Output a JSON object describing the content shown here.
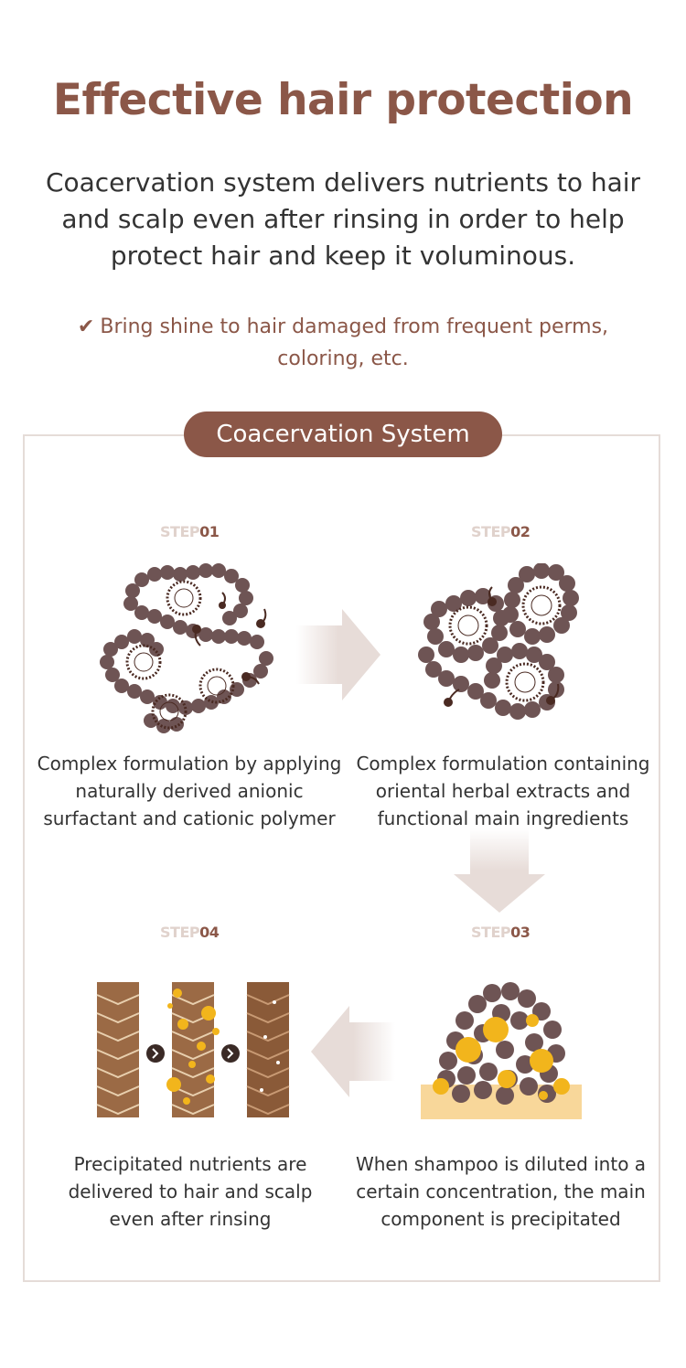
{
  "header": {
    "title": "Effective hair protection",
    "intro": "Coacervation system delivers nutrients to hair and scalp even after rinsing in order to help protect hair and keep it voluminous.",
    "benefit": "Bring shine to hair damaged from frequent perms, coloring, etc."
  },
  "system": {
    "label": "Coacervation System",
    "steps": [
      {
        "prefix": "STEP",
        "num": "01",
        "desc": "Complex formulation by applying naturally derived anionic surfactant and cationic polymer",
        "illustration": "polymer-chain-icon"
      },
      {
        "prefix": "STEP",
        "num": "02",
        "desc": "Complex formulation containing oriental herbal extracts and functional main ingredients",
        "illustration": "micelle-cluster-icon"
      },
      {
        "prefix": "STEP",
        "num": "03",
        "desc": "When shampoo is diluted into a certain concentration, the main component is precipitated",
        "illustration": "precipitate-icon"
      },
      {
        "prefix": "STEP",
        "num": "04",
        "desc": "Precipitated nutrients are delivered to hair and scalp even after rinsing",
        "illustration": "hair-strand-icon"
      }
    ]
  },
  "colors": {
    "brand": "#8b5748",
    "step_prefix": "#e0d2cc",
    "arrow": "#e7dcd8",
    "gold": "#f2b51c"
  }
}
